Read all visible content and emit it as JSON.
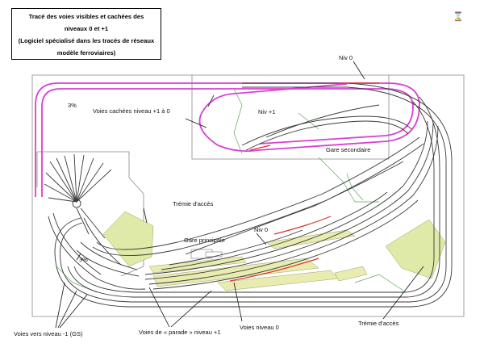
{
  "title": {
    "line1": "Tracé des voies visibles et cachées des",
    "line2": "niveaux 0 et +1",
    "line3": "(Logiciel spécialisé dans les tracés de réseaux",
    "line4": "modèle ferroviaires)"
  },
  "labels": {
    "niv0_top": "Niv 0",
    "slope_top": "3%",
    "voies_cachees": "Voies cachées niveau +1 à 0",
    "niv_plus1": "Niv +1",
    "gare_secondaire": "Gare secondaire",
    "tremie_left": "Trémie d'accès",
    "gare_principale": "Gare principale",
    "niv0_mid": "Niv 0",
    "slope_bottom": "3%",
    "voies_niveau_moins1": "Voies vers niveau -1 (GS)",
    "voies_parade": "Voies de « parade » niveau +1",
    "voies_niveau0": "Voies niveau 0",
    "tremie_right": "Trémie d'accès"
  },
  "colors": {
    "track": "#3a3a3a",
    "hidden_track": "#d93fd3",
    "red_track": "#e0302c",
    "platform": "#e9ecb0",
    "tremie": "#dfeaa8",
    "baseboard": "#888888",
    "green_edge": "#5aa85a"
  },
  "icons": {
    "top_right": "hourglass-icon"
  }
}
